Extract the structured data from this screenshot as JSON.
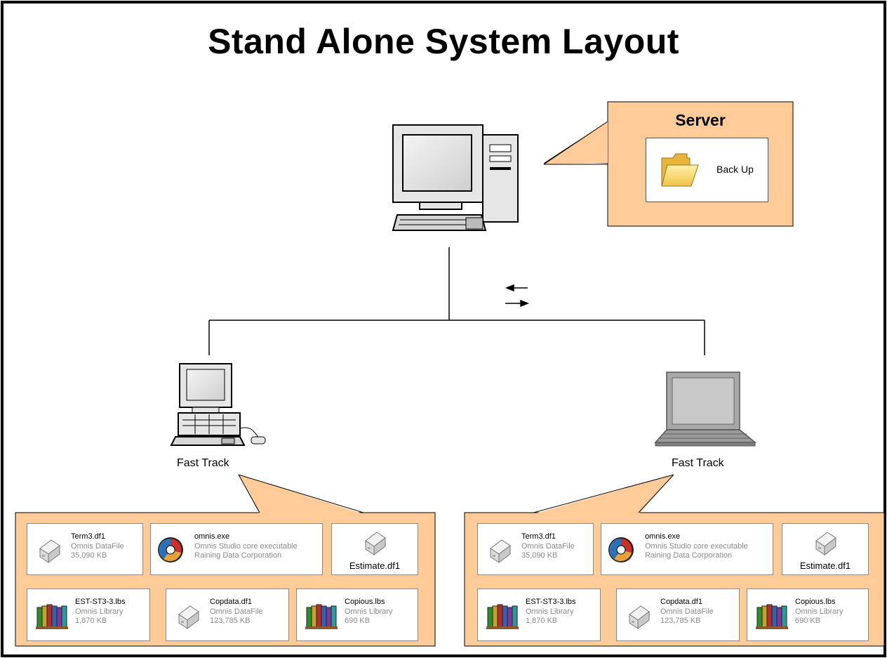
{
  "title": "Stand Alone System Layout",
  "server": {
    "label": "Server",
    "folder_label": "Back Up",
    "folder_icon": "folder-icon"
  },
  "clients": [
    {
      "label": "Fast Track",
      "device": "desktop-computer"
    },
    {
      "label": "Fast Track",
      "device": "laptop"
    }
  ],
  "transfer_arrows": [
    "left-arrow",
    "right-arrow"
  ],
  "file_panels": [
    {
      "files": [
        {
          "name": "Term3.df1",
          "type": "Omnis DataFile",
          "detail": "35,090 KB",
          "icon": "datafile-icon"
        },
        {
          "name": "omnis.exe",
          "type": "Omnis Studio core executable",
          "detail": "Raining Data Corporation",
          "icon": "omnis-exe-icon"
        },
        {
          "name": "Estimate.df1",
          "icon": "datafile-icon"
        },
        {
          "name": "EST-ST3-3.lbs",
          "type": "Omnis Library",
          "detail": "1,870 KB",
          "icon": "library-books-icon"
        },
        {
          "name": "Copdata.df1",
          "type": "Omnis DataFile",
          "detail": "123,785 KB",
          "icon": "datafile-icon"
        },
        {
          "name": "Copious.lbs",
          "type": "Omnis Library",
          "detail": "690 KB",
          "icon": "library-books-icon"
        }
      ]
    },
    {
      "files": [
        {
          "name": "Term3.df1",
          "type": "Omnis DataFile",
          "detail": "35,090 KB",
          "icon": "datafile-icon"
        },
        {
          "name": "omnis.exe",
          "type": "Omnis Studio core executable",
          "detail": "Raining Data Corporation",
          "icon": "omnis-exe-icon"
        },
        {
          "name": "Estimate.df1",
          "icon": "datafile-icon"
        },
        {
          "name": "EST-ST3-3.lbs",
          "type": "Omnis Library",
          "detail": "1,870 KB",
          "icon": "library-books-icon"
        },
        {
          "name": "Copdata.df1",
          "type": "Omnis DataFile",
          "detail": "123,785 KB",
          "icon": "datafile-icon"
        },
        {
          "name": "Copious.lbs",
          "type": "Omnis Library",
          "detail": "690 KB",
          "icon": "library-books-icon"
        }
      ]
    }
  ],
  "colors": {
    "callout_fill": "#FFCC99",
    "line": "#000000",
    "card_border": "#8a8a8a"
  }
}
